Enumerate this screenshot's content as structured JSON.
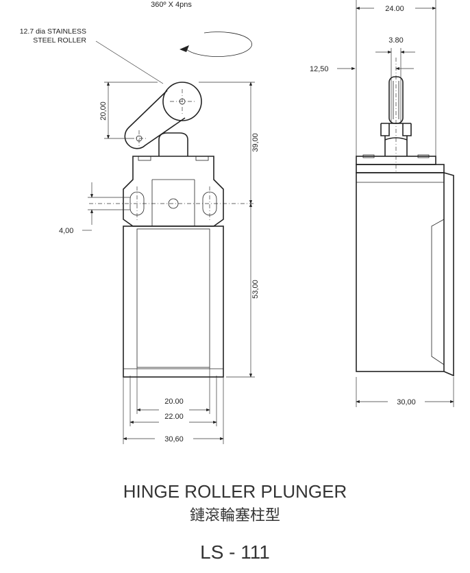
{
  "drawing": {
    "rotation_label": "360º X 4pns",
    "roller_note_line1": "12.7 dia STAINLESS",
    "roller_note_line2": "STEEL ROLLER",
    "front_view": {
      "dim_lever": "20,00",
      "dim_upper_height": "39,00",
      "dim_slot": "4,00",
      "dim_body_height": "53,00",
      "dim_inner_width": "20.00",
      "dim_mid_width": "22.00",
      "dim_total_width": "30,60"
    },
    "side_view": {
      "dim_top_width": "24.00",
      "dim_roller_width": "3.80",
      "dim_roller_offset": "12,50",
      "dim_body_width": "30,00"
    }
  },
  "caption": {
    "title_en": "HINGE ROLLER PLUNGER",
    "title_zh": "鏈滾輪塞柱型",
    "model": "LS - 111"
  }
}
